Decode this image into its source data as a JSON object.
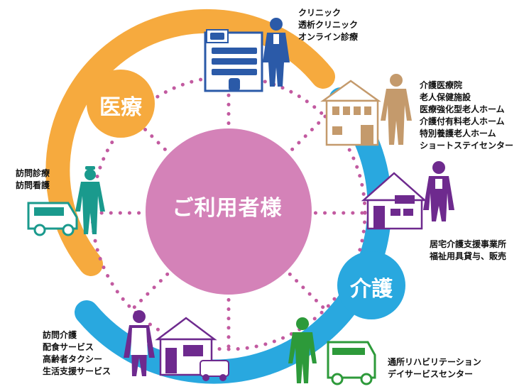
{
  "center": {
    "label": "ご利用者様"
  },
  "badges": {
    "medical": "医療",
    "care": "介護"
  },
  "groups": {
    "clinic": [
      "クリニック",
      "透析クリニック",
      "オンライン診療"
    ],
    "facilities": [
      "介護医療院",
      "老人保健施設",
      "医療強化型老人ホーム",
      "介護付有料老人ホーム",
      "特別養護老人ホーム",
      "ショートステイセンター"
    ],
    "homecare_support": [
      "居宅介護支援事業所",
      "福祉用具貸与、販売"
    ],
    "day_service": [
      "通所リハビリテーション",
      "デイサービスセンター"
    ],
    "home_visit_care": [
      "訪問介護",
      "配食サービス",
      "高齢者タクシー",
      "生活支援サービス"
    ],
    "home_medical": [
      "訪問診療",
      "訪問看護"
    ]
  },
  "colors": {
    "center": "#d482b8",
    "medical_arc": "#f6aa3e",
    "care_arc": "#29a8df",
    "dots": "#c25aa0",
    "teal": "#1a9a8d",
    "navy": "#2b5aa8",
    "tan": "#c49a6c",
    "purple": "#6e2a8e",
    "green": "#2d9a3a"
  },
  "icons": [
    "clinic-building-icon",
    "doctor-icon",
    "nursing-facility-icon",
    "caregiver-tan-icon",
    "home-purple-icon",
    "care-manager-icon",
    "day-service-van-icon",
    "staff-green-icon",
    "home-visit-house-icon",
    "helper-icon",
    "home-medical-van-icon",
    "nurse-icon"
  ]
}
